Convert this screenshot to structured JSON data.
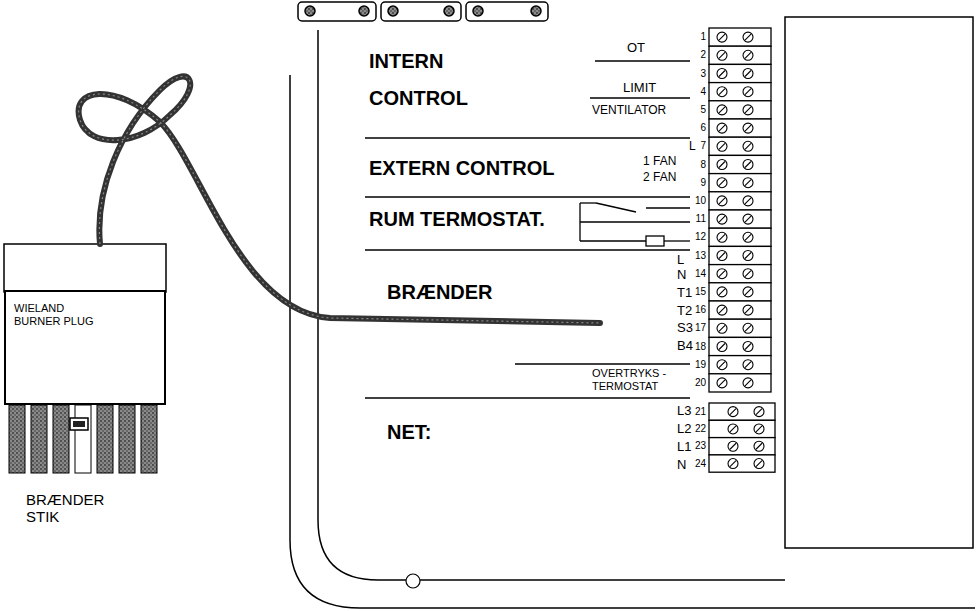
{
  "diagram": {
    "nodes": [
      {
        "text": [
          "WIELAND BURNER PLUG",
          "BRÆNDER STIK"
        ]
      }
    ],
    "labels": [
      "INTERN CONTROL",
      "OT",
      "LIMIT",
      "VENTILATOR",
      "EXTERN CONTROL",
      "L",
      "1 FAN",
      "2 FAN",
      "RUM TERMOSTAT.",
      "BRÆNDER",
      "L",
      "N",
      "T1",
      "T2",
      "S3",
      "B4",
      "OVERTRYKS -TERMOSTAT",
      "NET:",
      "L3",
      "L2",
      "L1",
      "N",
      "1",
      "2",
      "3",
      "4",
      "5",
      "6",
      "7",
      "8",
      "9",
      "10",
      "11",
      "12",
      "13",
      "14",
      "15",
      "16",
      "17",
      "18",
      "19",
      "20",
      "21",
      "22",
      "23",
      "24"
    ]
  }
}
